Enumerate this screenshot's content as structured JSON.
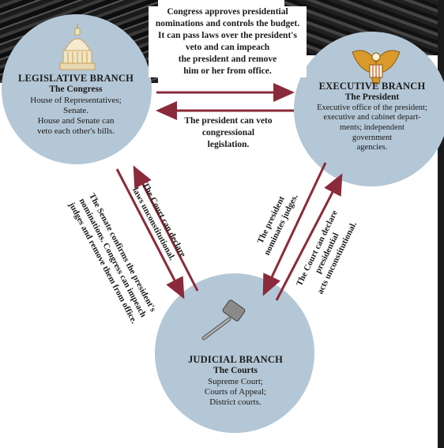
{
  "legislative": {
    "title": "LEGISLATIVE BRANCH",
    "subtitle": "The Congress",
    "body": [
      "House of Representatives;",
      "Senate.",
      "House and Senate can",
      "veto each other's bills."
    ],
    "icon": "capitol-dome-icon"
  },
  "executive": {
    "title": "EXECUTIVE BRANCH",
    "subtitle": "The President",
    "body": [
      "Executive office of the president;",
      "executive and cabinet depart-",
      "ments; independent",
      "government",
      "agencies."
    ],
    "icon": "eagle-seal-icon"
  },
  "judicial": {
    "title": "JUDICIAL BRANCH",
    "subtitle": "The Courts",
    "body": [
      "Supreme Court;",
      "Courts of Appeal;",
      "District courts."
    ],
    "icon": "gavel-icon"
  },
  "relations": {
    "congress_to_president": [
      "Congress approves presidential",
      "nominations and controls the budget.",
      "It can pass laws over the president's",
      "veto and can impeach",
      "the president and remove",
      "him or her from office."
    ],
    "president_to_congress": [
      "The president can veto",
      "congressional",
      "legislation."
    ],
    "court_to_congress": [
      "The Court can declare",
      "laws unconstitutional."
    ],
    "senate_to_court": [
      "The Senate confirms the president's",
      "nominations. Congress can impeach",
      "judges and remove them from office."
    ],
    "president_to_court": [
      "The president",
      "nominates judges."
    ],
    "court_to_president": [
      "The Court can declare",
      "presidential",
      "acts unconstitutional."
    ]
  },
  "colors": {
    "circle": "#b4c7d6",
    "arrow": "#8b2a3a",
    "icon_gold": "#d99a2b"
  }
}
